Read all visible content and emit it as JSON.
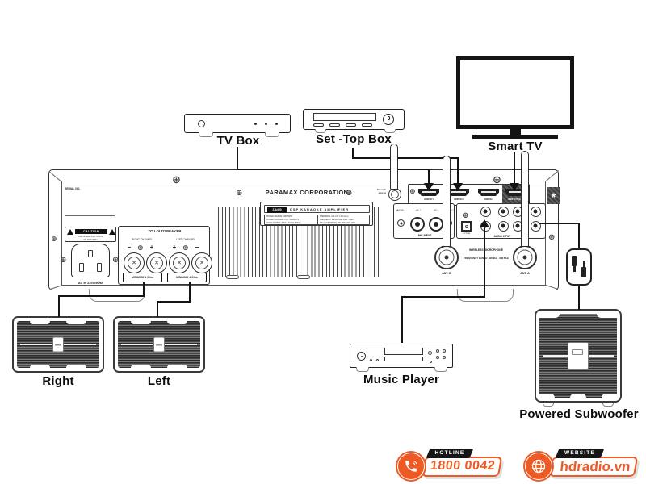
{
  "devices": {
    "tv_box": "TV Box",
    "set_top_box": "Set -Top Box",
    "smart_tv": "Smart TV",
    "music_player": "Music Player",
    "powered_subwoofer": "Powered Subwoofer",
    "right_speaker": "Right",
    "left_speaker": "Left"
  },
  "amplifier": {
    "serial_label": "SERIAL NO.",
    "brand": "PARAMAX CORPORATION",
    "model_badge": "Z-A450",
    "model_desc": "DSP KARAOKE AMPLIFIER",
    "specs_left": [
      "POWER SOURCE: 220V/50Hz",
      "POWER CONSUMPTION: 700 WATTS",
      "AUDIO OUTPUT: 450W x 2CH (4-8 Ohm)"
    ],
    "specs_right": [
      "DIMENSION: 440 x 88 x 330 (mm)",
      "FREQUENCY RESPONSE: 20Hz - 20kHz",
      "S/N (A-WEIGHTED): MIC / TH.D 1%, 1kHz"
    ],
    "caution_title": "CAUTION",
    "caution_line1": "RISK OF ELECTRIC SHOCK",
    "caution_line2": "DO NOT OPEN",
    "ac_label": "AC IN 220V/50Hz",
    "loudspeaker_title": "TO LOUDSPEAKER",
    "right_channel": "RIGHT CHANNEL",
    "left_channel": "LEFT CHANNEL",
    "right_min": "MINIMUM 4 Ohm",
    "left_min": "MINIMUM 4 Ohm",
    "minus": "−",
    "plus": "+",
    "bluetooth_label_1": "Bluetooth",
    "bluetooth_label_2": "antenna",
    "hdmi_labels": [
      "HDMI IN 1",
      "HDMI IN 2",
      "HDMI IN 3",
      "HDMI OUT (ARC)"
    ],
    "star": "*",
    "mic_title": "MIC INPUT",
    "mic_labels": [
      "GAIN MIC 1",
      "MIC 1",
      "MIC 2",
      "GAIN MIC 2"
    ],
    "audio_title": "AUDIO INPUT",
    "optical_label": "OPTICAL",
    "wireless_line1": "WIRELESS MICROPHONE",
    "wireless_line2": "FREQUENCY RANGE: 620MHz - 698 MHz",
    "ant_b": "ANT. B",
    "ant_a": "ANT. A"
  },
  "footer": {
    "hotline_banner": "HOTLINE",
    "hotline_number": "1800 0042",
    "website_banner": "WEBSITE",
    "website_url": "hdradio.vn",
    "accent_orange": "#ED5A24",
    "banner_black": "#161616"
  }
}
